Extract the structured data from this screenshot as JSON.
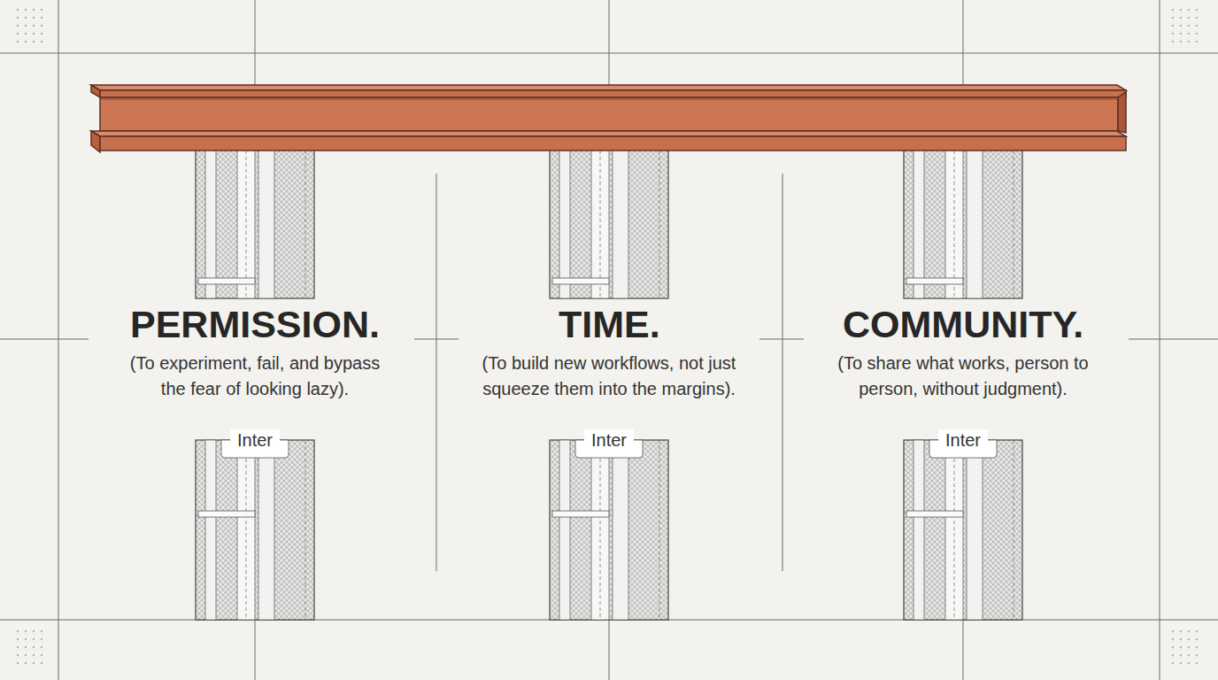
{
  "diagram": {
    "labels": [
      "PERMISSION.",
      "(To experiment, fail, and bypass the fear of looking lazy).",
      "Inter",
      "TIME.",
      "(To build new workflows, not just squeeze them into the margins).",
      "Inter",
      "COMMUNITY.",
      "(To share what works, person to person, without judgment).",
      "Inter"
    ]
  }
}
